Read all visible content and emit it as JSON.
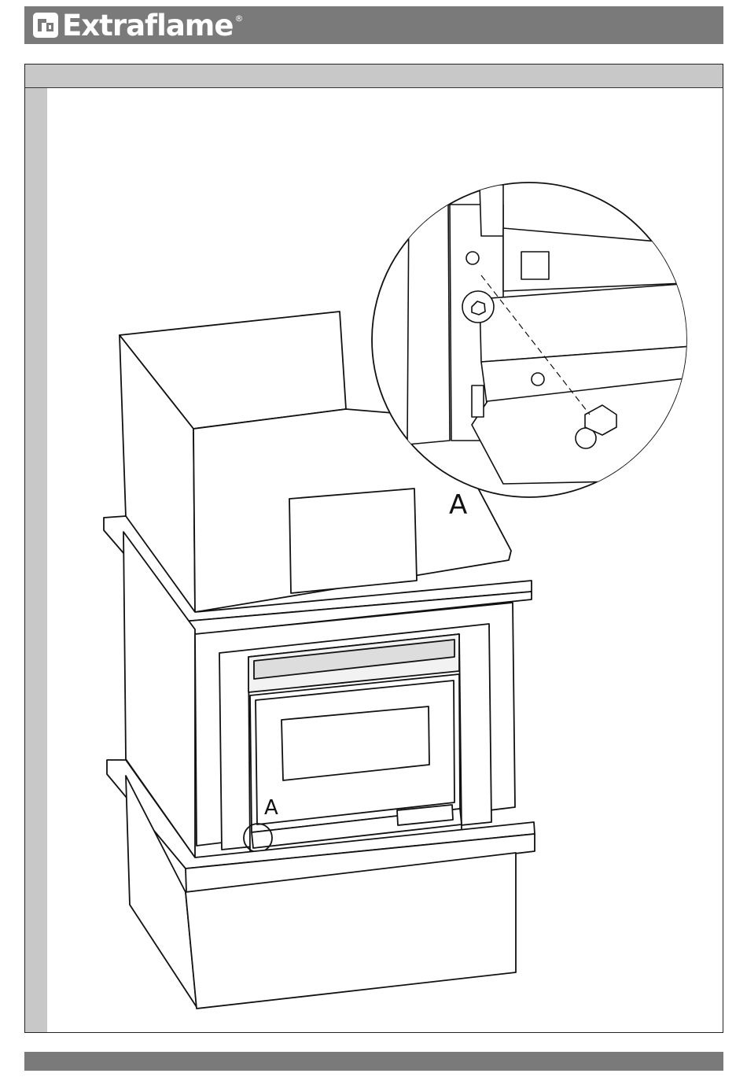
{
  "header": {
    "brand": "Extraflame",
    "registered_mark": "®"
  },
  "figure": {
    "callout_detail_label": "A",
    "callout_location_label": "A"
  },
  "colors": {
    "header_bar": "#7a7a7a",
    "frame_bars": "#c8c8c8"
  }
}
